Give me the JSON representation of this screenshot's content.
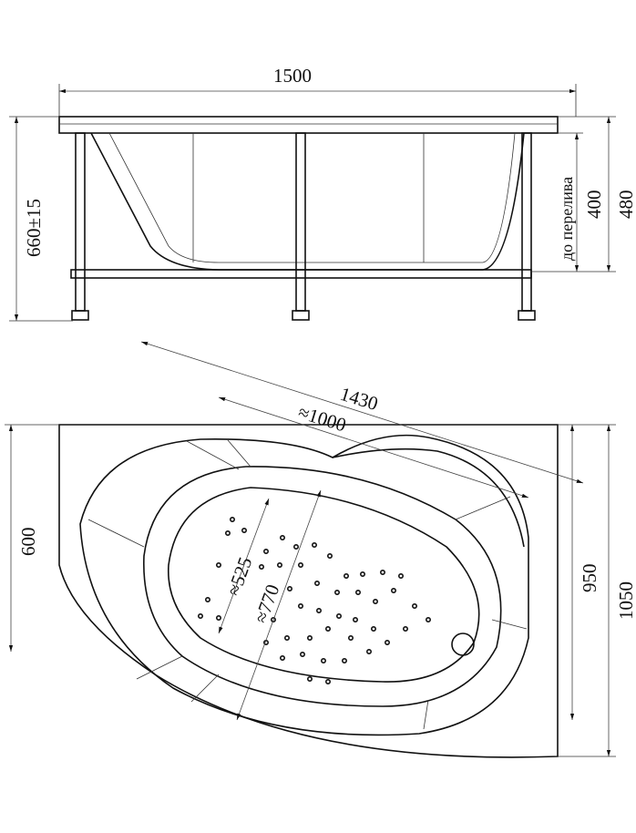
{
  "title": "Bathtub dimension drawing",
  "side_view": {
    "width_label": "1500",
    "height_label": "660±15",
    "overflow_height_label": "400",
    "rim_height_label": "480",
    "overflow_caption": "до перелива"
  },
  "plan_view": {
    "diagonal_label": "1430",
    "inner_length_label": "≈1000",
    "left_depth_label": "600",
    "inner_width_small_label": "≈525",
    "inner_width_large_label": "≈770",
    "right_depth_label": "950",
    "total_depth_label": "1050"
  },
  "colors": {
    "line": "#111111",
    "background": "#ffffff"
  }
}
